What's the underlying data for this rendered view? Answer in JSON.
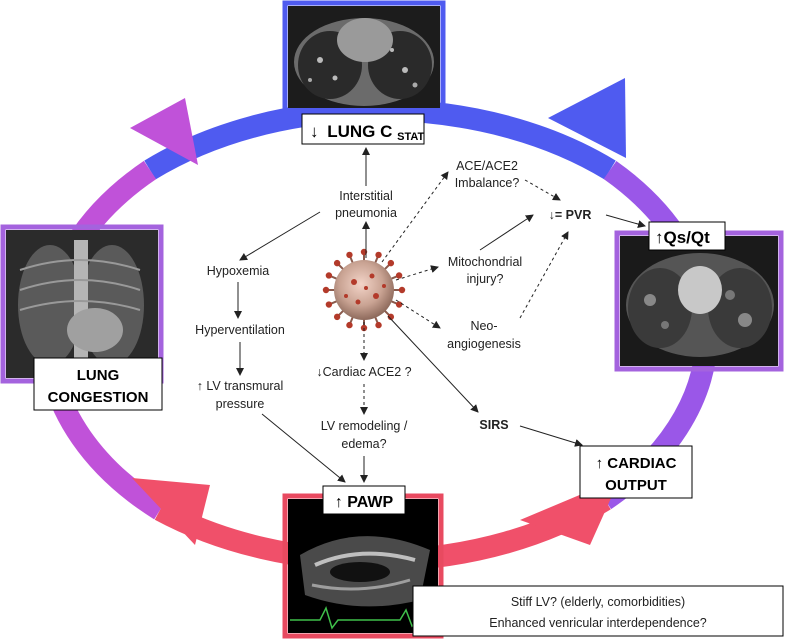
{
  "colors": {
    "cycle_top": "#4f5bf0",
    "cycle_right": "#9a57e8",
    "cycle_bottom": "#f0506a",
    "cycle_left": "#c052d9",
    "ct_frame": "#4f5bf0",
    "xray_frame": "#a463de",
    "ctqs_frame": "#a463de",
    "echo_frame": "#e84a60",
    "virus": "#b33a2a"
  },
  "boxes": {
    "lung_cstat": {
      "arrow": "↓",
      "main": "LUNG C",
      "sub": "STAT"
    },
    "qs_qt": "↑Qs/Qt",
    "lung_congestion": [
      "LUNG",
      "CONGESTION"
    ],
    "cardiac_output": [
      "↑ CARDIAC",
      "OUTPUT"
    ],
    "pawp": "↑ PAWP",
    "stiff_lv": [
      "Stiff LV? (elderly, comorbidities)",
      "Enhanced venricular interdependence?"
    ]
  },
  "labels": {
    "interstitial": [
      "Interstitial",
      "pneumonia"
    ],
    "ace": [
      "ACE/ACE2",
      "Imbalance?"
    ],
    "pvr": "↓= PVR",
    "mito": [
      "Mitochondrial",
      "injury?"
    ],
    "neo": [
      "Neo-",
      "angiogenesis"
    ],
    "hypoxemia": "Hypoxemia",
    "hyperventilation": "Hyperventilation",
    "lv_trans": [
      "↑ LV transmural",
      "pressure"
    ],
    "cardiac_ace2": "↓Cardiac ACE2 ?",
    "lv_remod": [
      "LV remodeling /",
      "edema?"
    ],
    "sirs": "SIRS"
  }
}
